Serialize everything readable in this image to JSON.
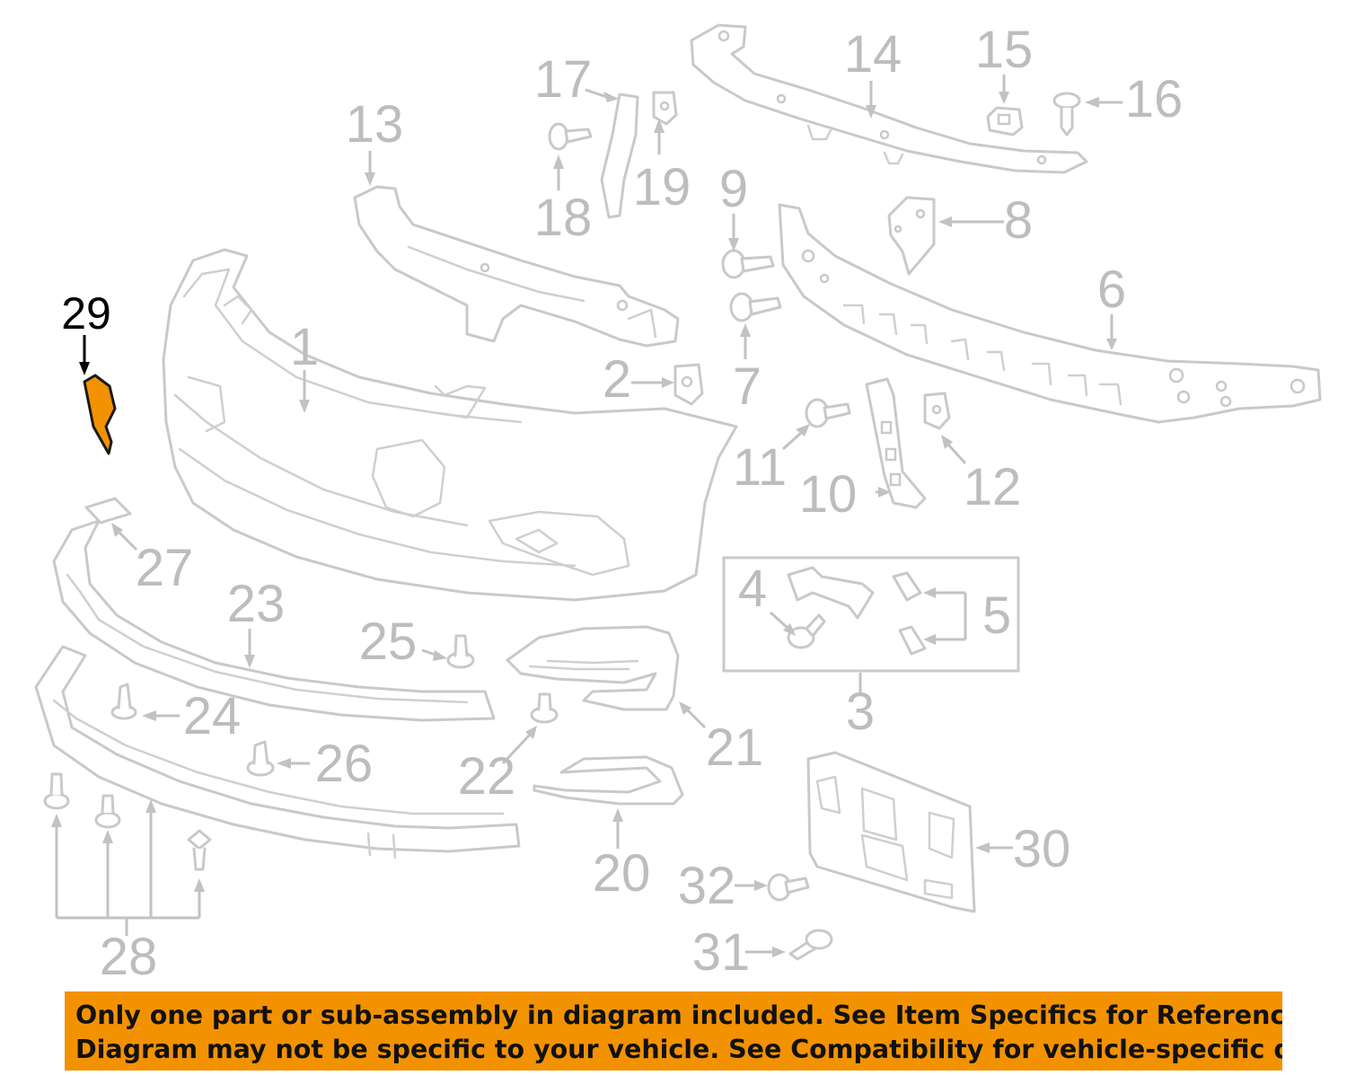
{
  "diagram": {
    "callouts": [
      {
        "id": "1",
        "label": "1"
      },
      {
        "id": "2",
        "label": "2"
      },
      {
        "id": "3",
        "label": "3"
      },
      {
        "id": "4",
        "label": "4"
      },
      {
        "id": "5",
        "label": "5"
      },
      {
        "id": "6",
        "label": "6"
      },
      {
        "id": "7",
        "label": "7"
      },
      {
        "id": "8",
        "label": "8"
      },
      {
        "id": "9",
        "label": "9"
      },
      {
        "id": "10",
        "label": "10"
      },
      {
        "id": "11",
        "label": "11"
      },
      {
        "id": "12",
        "label": "12"
      },
      {
        "id": "13",
        "label": "13"
      },
      {
        "id": "14",
        "label": "14"
      },
      {
        "id": "15",
        "label": "15"
      },
      {
        "id": "16",
        "label": "16"
      },
      {
        "id": "17",
        "label": "17"
      },
      {
        "id": "18",
        "label": "18"
      },
      {
        "id": "19",
        "label": "19"
      },
      {
        "id": "20",
        "label": "20"
      },
      {
        "id": "21",
        "label": "21"
      },
      {
        "id": "22",
        "label": "22"
      },
      {
        "id": "23",
        "label": "23"
      },
      {
        "id": "24",
        "label": "24"
      },
      {
        "id": "25",
        "label": "25"
      },
      {
        "id": "26",
        "label": "26"
      },
      {
        "id": "27",
        "label": "27"
      },
      {
        "id": "28",
        "label": "28"
      },
      {
        "id": "29",
        "label": "29"
      },
      {
        "id": "30",
        "label": "30"
      },
      {
        "id": "31",
        "label": "31"
      },
      {
        "id": "32",
        "label": "32"
      }
    ],
    "highlighted_part": "29"
  },
  "colors": {
    "notice_background": "#f39200",
    "highlight_fill": "#f39200",
    "diagram_line": "#c9c9c9",
    "callout_text": "#bdbdbd",
    "highlight_callout": "#000000"
  },
  "notice": {
    "line1": "Only one part or sub-assembly in diagram included. See Item Specifics for Reference #.",
    "line2": "Diagram may not be specific to your vehicle. See Compatibility for vehicle-specific diagrams."
  }
}
